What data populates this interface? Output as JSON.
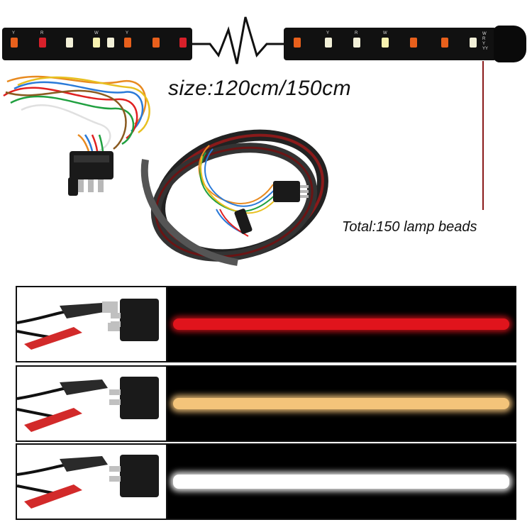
{
  "size_label": "size:120cm/150cm",
  "total_label": "Total:150 lamp beads",
  "colors": {
    "red": "#e0141c",
    "amber": "#f4c47a",
    "white": "#ffffff",
    "strip_body": "#111111",
    "bead_amber": "#e8601c",
    "bead_red": "#d8202a",
    "bead_white": "#f2f0d8"
  },
  "strip_left": {
    "bead_marks": [
      "Y",
      "R",
      "W",
      "Y"
    ]
  },
  "strip_right": {
    "bead_marks": [
      "Y",
      "R",
      "W"
    ],
    "end_marks": [
      "W",
      "R",
      "Y",
      "YY"
    ]
  },
  "panels": [
    {
      "light_color": "red"
    },
    {
      "light_color": "amber"
    },
    {
      "light_color": "white"
    }
  ]
}
